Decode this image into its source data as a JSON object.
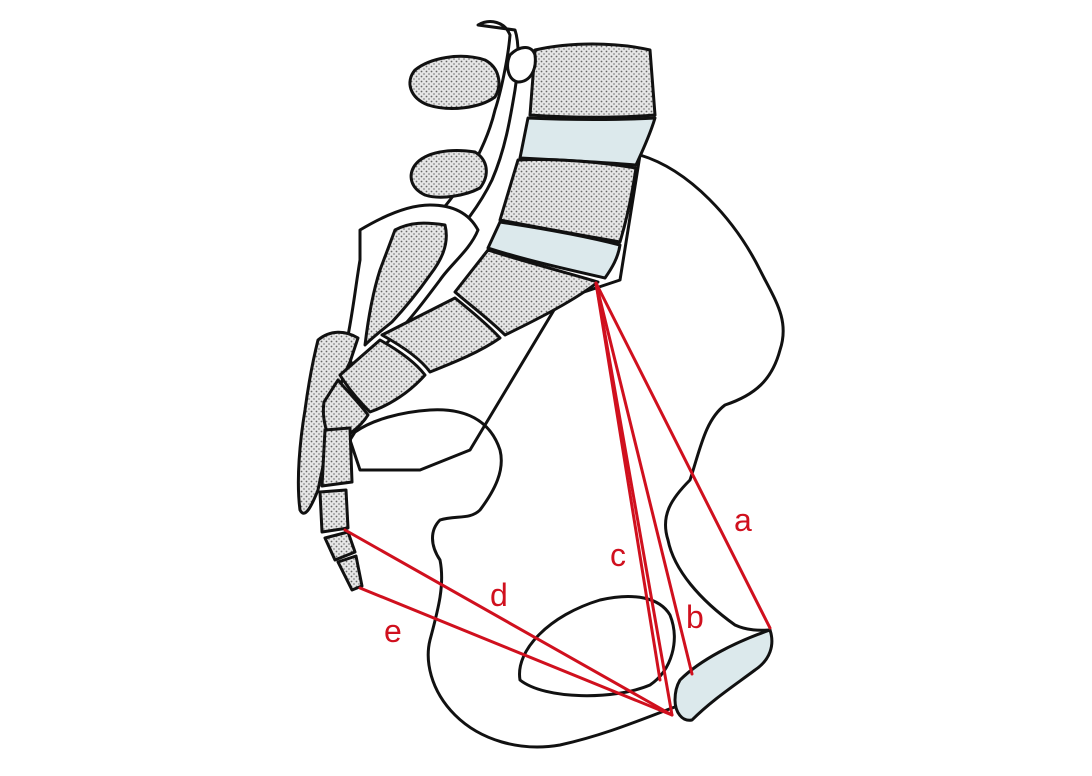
{
  "figure": {
    "colors": {
      "measure": "#d0101e",
      "outline": "#111111",
      "cartilage": "#dce9ec",
      "vertebra_fill": "#d9d9d9"
    },
    "labels": {
      "a": "a",
      "b": "b",
      "c": "c",
      "d": "d",
      "e": "e"
    }
  }
}
